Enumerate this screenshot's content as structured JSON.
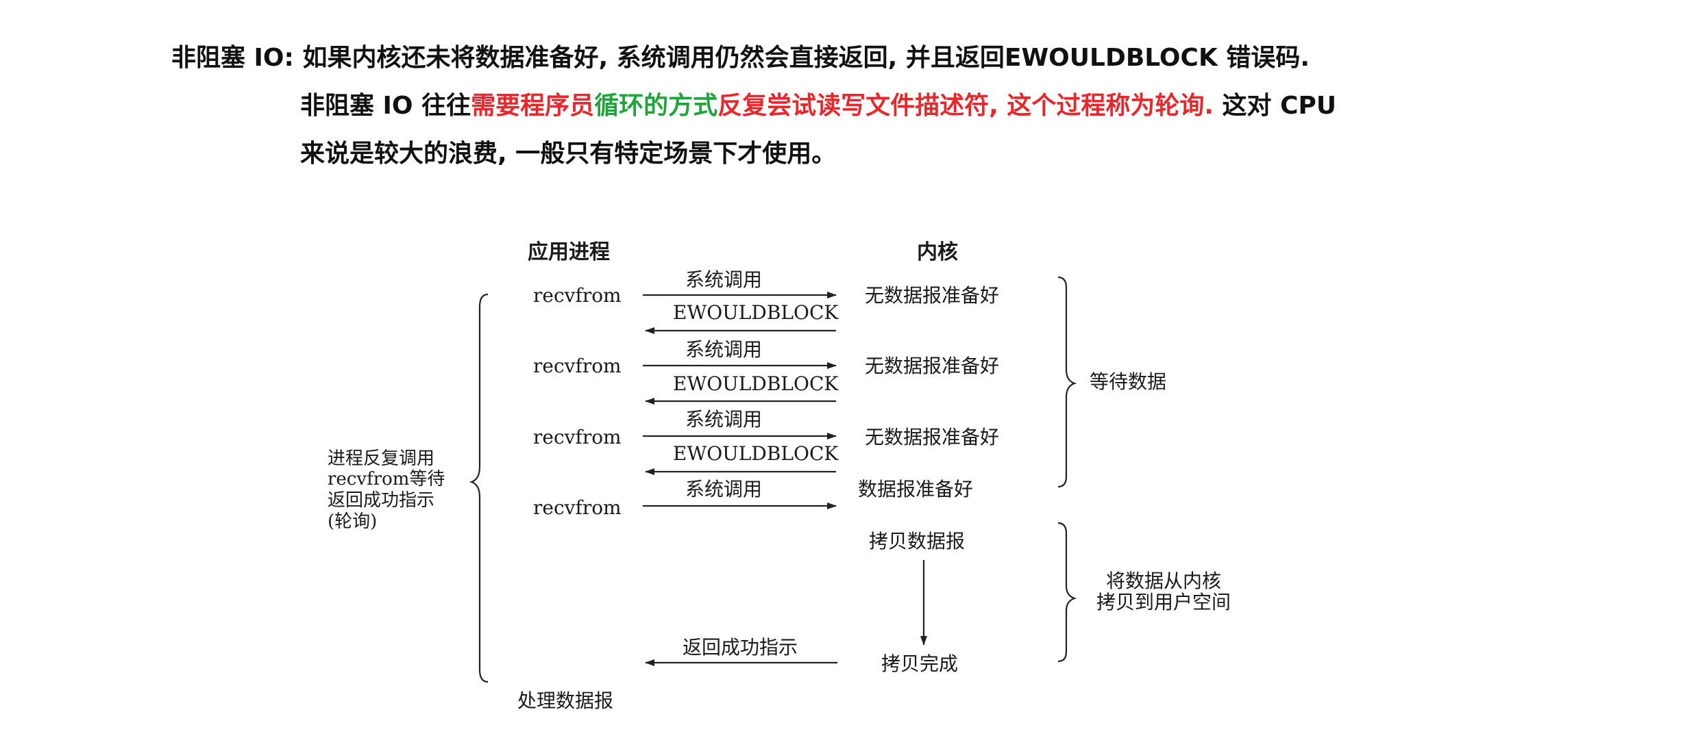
{
  "intro": {
    "line1": "非阻塞 IO: 如果内核还未将数据准备好, 系统调用仍然会直接返回, 并且返回EWOULDBLOCK 错误码.",
    "line2_a": "非阻塞 IO 往往",
    "line2_b": "需要程序员",
    "line2_c": "循环的方式",
    "line2_d": "反复尝试读写文件描述符, 这个过程称为轮询.",
    "line2_e": " 这对 CPU",
    "line3": "来说是较大的浪费, 一般只有特定场景下才使用。",
    "colors": {
      "red": "#e8262b",
      "green": "#1fa43a"
    }
  },
  "diagram": {
    "header_app": "应用进程",
    "header_kernel": "内核",
    "syscall": "系统调用",
    "recvfrom": "recvfrom",
    "ewouldblock": "EWOULDBLOCK",
    "no_data": "无数据报准备好",
    "data_ready": "数据报准备好",
    "copy_datagram": "拷贝数据报",
    "copy_done": "拷贝完成",
    "return_success": "返回成功指示",
    "process_datagram": "处理数据报",
    "wait_data": "等待数据",
    "copy_to_user_1": "将数据从内核",
    "copy_to_user_2": "拷贝到用户空间",
    "left_note": [
      "进程反复调用",
      "recvfrom等待",
      "返回成功指示",
      "(轮询)"
    ]
  }
}
